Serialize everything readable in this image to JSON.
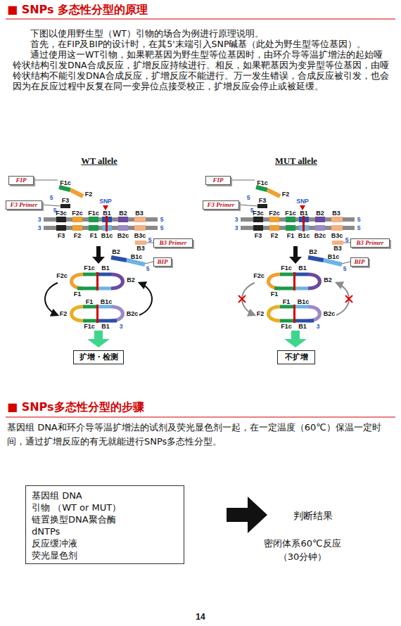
{
  "diagram": {
    "title": "■ SNPs 多态性分型的原理",
    "nodes": [
      {
        "text": [
          "FIP"
        ]
      },
      {
        "text": [
          "F3 Primer"
        ]
      },
      {
        "text": [
          "B3 Primer"
        ]
      },
      {
        "text": [
          "BIP"
        ]
      },
      {
        "text": [
          "扩增・检测"
        ]
      },
      {
        "text": [
          "FIP"
        ]
      },
      {
        "text": [
          "F3 Primer"
        ]
      },
      {
        "text": [
          "B3 Primer"
        ]
      },
      {
        "text": [
          "BIP"
        ]
      },
      {
        "text": [
          "不扩增"
        ]
      },
      {
        "text": [
          "基因组 DNA",
          "引物 （WT or MUT）",
          "链置换型DNA聚合酶",
          "dNTPs",
          "反应缓冲液",
          "荧光显色剂"
        ]
      }
    ],
    "labels": [
      "下图以使用野生型（WT）引物的场合为例进行原理说明。",
      "首先，在FIP及BIP的设计时，在其5'末端引入SNP碱基（此处为野生型等位基因）。",
      "通过使用这一WT引物，如果靶基因为野生型等位基因时，由环介导等温扩增法的起始哑铃状结构引发DNA合成反应，扩增反应持续进行。相反，如果靶基因为变异型等位基因，由哑铃状结构不能引发DNA合成反应，扩增反应不能进行。万一发生错误，合成反应被引发，也会因为在反应过程中反复在同一变异位点接受校正，扩增反应会停止或被延缓。",
      "WT allele",
      "F1c",
      "F2",
      "5",
      "F3",
      "5",
      "SNP",
      "F3c",
      "F2c",
      "F1c",
      "B1",
      "B2",
      "B3",
      "3",
      "3",
      "5",
      "5",
      "F3",
      "F2",
      "F1",
      "B1c",
      "B2c",
      "B3c",
      "5",
      "B3",
      "B2",
      "B1c",
      "5",
      "F1c",
      "B1",
      "F2c",
      "B2",
      "F1",
      "F2",
      "F1",
      "B1c",
      "B2c",
      "F1c",
      "B1",
      "3",
      "MUT allele",
      "F1c",
      "F2",
      "5",
      "F3",
      "5",
      "SNP",
      "F3c",
      "F2c",
      "F1c",
      "B1",
      "B2",
      "B3",
      "3",
      "3",
      "5",
      "5",
      "F3",
      "F2",
      "F1",
      "B1c",
      "B2c",
      "B3c",
      "5",
      "B3",
      "B2",
      "B1c",
      "5",
      "F1c",
      "B1",
      "F2c",
      "B2",
      "F1",
      "F2",
      "F1",
      "B1c",
      "B2c",
      "F1c",
      "B1",
      "3",
      "■ SNPs多态性分型的步骤",
      "基因组 DNA和环介导等温扩增法的试剂及荧光显色剂一起，在一定温度（60℃）保温一定时间，通过扩增反应的有无就能进行SNPs多态性分型。",
      "判断结果",
      "密闭体系60℃反应 （30分钟）",
      "14"
    ]
  }
}
